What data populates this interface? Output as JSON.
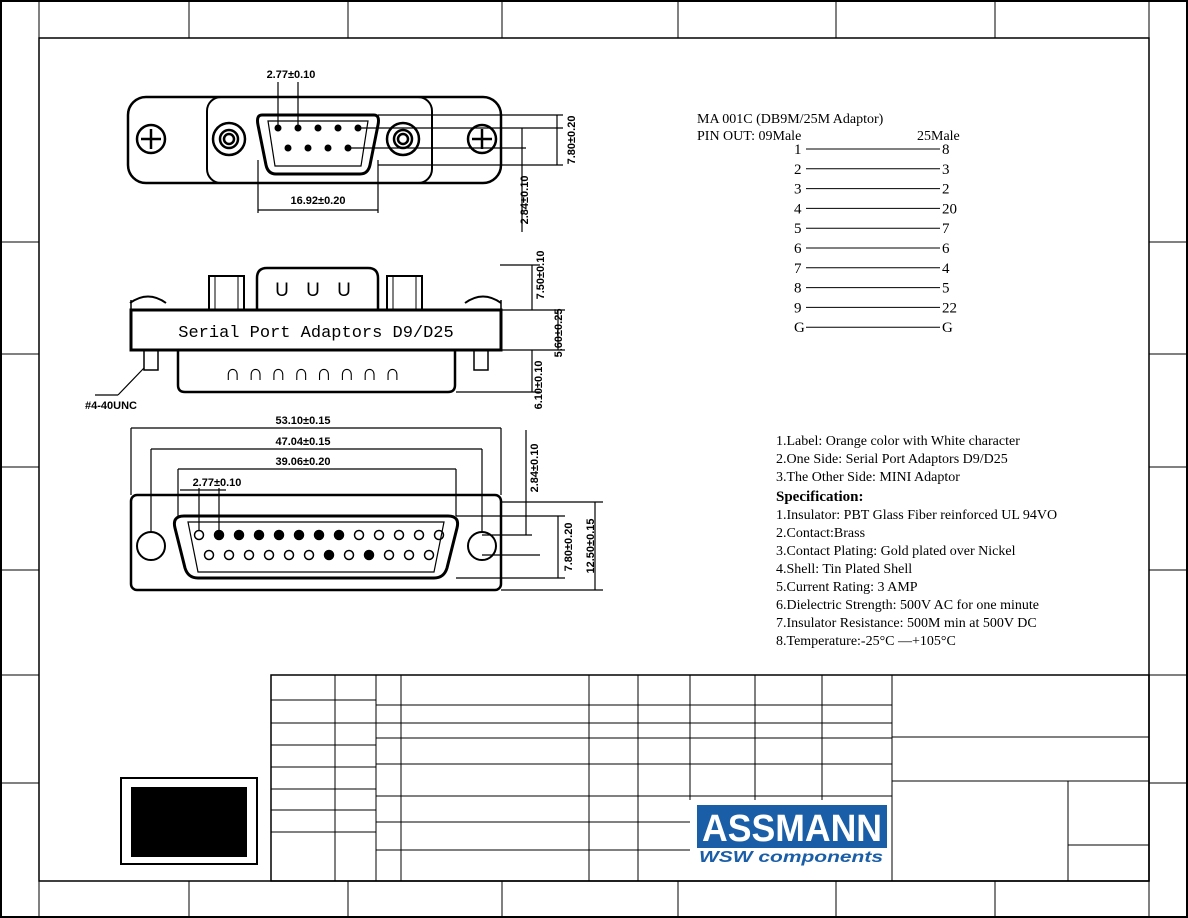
{
  "dimensions": {
    "db9_pitch": "2.77±0.10",
    "db9_width": "16.92±0.20",
    "db9_height": "7.80±0.20",
    "db9_row_offset": "2.84±0.10",
    "side_top": "7.50±0.10",
    "side_middle": "5.60±0.25",
    "side_bottom": "6.10±0.10",
    "screw_thread": "#4-40UNC",
    "db25_overall": "53.10±0.15",
    "db25_mount": "47.04±0.15",
    "db25_shell": "39.06±0.20",
    "db25_pitch": "2.77±0.10",
    "db25_row_offset": "2.84±0.10",
    "db25_height_inner": "7.80±0.20",
    "db25_height_outer": "12.50±0.15"
  },
  "side_view": {
    "label": "Serial Port Adaptors D9/D25",
    "top_contacts": "U U U",
    "bottom_contacts": "∩∩∩∩∩∩∩∩"
  },
  "pinout": {
    "title": "MA 001C (DB9M/25M Adaptor)",
    "header_left": "PIN OUT:  09Male",
    "header_right": "25Male",
    "rows": [
      {
        "from": "1",
        "to": "8"
      },
      {
        "from": "2",
        "to": "3"
      },
      {
        "from": "3",
        "to": "2"
      },
      {
        "from": "4",
        "to": "20"
      },
      {
        "from": "5",
        "to": "7"
      },
      {
        "from": "6",
        "to": "6"
      },
      {
        "from": "7",
        "to": "4"
      },
      {
        "from": "8",
        "to": "5"
      },
      {
        "from": "9",
        "to": "22"
      },
      {
        "from": "G",
        "to": "G"
      }
    ]
  },
  "notes": [
    "1.Label: Orange color with White character",
    "2.One Side: Serial Port Adaptors D9/D25",
    "3.The Other Side: MINI Adaptor"
  ],
  "specification": {
    "heading": "Specification:",
    "items": [
      "1.Insulator: PBT Glass Fiber reinforced UL 94VO",
      "2.Contact:Brass",
      "3.Contact Plating: Gold plated over Nickel",
      "4.Shell: Tin Plated Shell",
      "5.Current Rating: 3 AMP",
      "6.Dielectric Strength: 500V AC for one minute",
      "7.Insulator Resistance: 500M min at 500V DC",
      "8.Temperature:-25°C  —+105°C"
    ]
  },
  "logo": {
    "brand": "ASSMANN",
    "tagline": "WSW components",
    "color": "#1a5ea8"
  }
}
